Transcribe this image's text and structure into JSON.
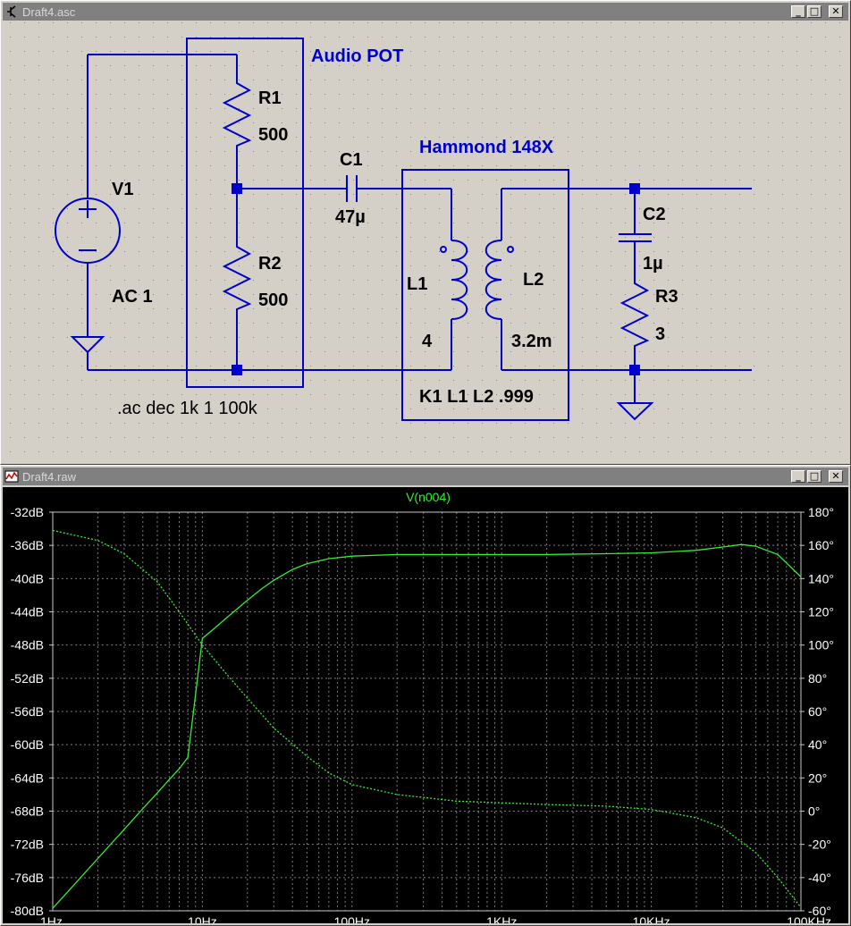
{
  "schematic_window": {
    "title": "Draft4.asc",
    "buttons": {
      "minimize": "_",
      "maximize": "□",
      "close": "✕"
    },
    "labels": {
      "audio_pot": "Audio POT",
      "hammond": "Hammond 148X",
      "r1_name": "R1",
      "r1_value": "500",
      "r2_name": "R2",
      "r2_value": "500",
      "c1_name": "C1",
      "c1_value": "47µ",
      "v1_name": "V1",
      "v1_value": "AC 1",
      "l1_name": "L1",
      "l1_value": "4",
      "l2_name": "L2",
      "l2_value": "3.2m",
      "c2_name": "C2",
      "c2_value": "1µ",
      "r3_name": "R3",
      "r3_value": "3",
      "coupling": "K1 L1 L2 .999",
      "ac_directive": ".ac dec 1k 1 100k"
    }
  },
  "plot_window": {
    "title": "Draft4.raw",
    "buttons": {
      "minimize": "_",
      "maximize": "□",
      "close": "✕"
    },
    "trace_name": "V(n004)",
    "colors": {
      "background": "#000000",
      "trace": "#33ee33",
      "grid": "#7a7a7a",
      "axis_text": "#ffffff"
    }
  },
  "chart_data": {
    "type": "line",
    "x_scale": "log",
    "xlim": [
      1,
      100000
    ],
    "x_ticks": [
      "1Hz",
      "10Hz",
      "100Hz",
      "1KHz",
      "10KHz",
      "100KHz"
    ],
    "y_left_ticks": [
      "-32dB",
      "-36dB",
      "-40dB",
      "-44dB",
      "-48dB",
      "-52dB",
      "-56dB",
      "-60dB",
      "-64dB",
      "-68dB",
      "-72dB",
      "-76dB",
      "-80dB"
    ],
    "y_right_ticks": [
      "180°",
      "160°",
      "140°",
      "120°",
      "100°",
      "80°",
      "60°",
      "40°",
      "20°",
      "0°",
      "-20°",
      "-40°",
      "-60°"
    ],
    "ylim_left": [
      -80,
      -32
    ],
    "ylim_right": [
      -60,
      180
    ],
    "grid": true,
    "series": [
      {
        "name": "V(n004)",
        "style": "solid",
        "axis": "magnitude_dB",
        "x": [
          1,
          1.5,
          2,
          3,
          4,
          5,
          6,
          7,
          8,
          10,
          12,
          15,
          20,
          25,
          30,
          40,
          50,
          70,
          100,
          200,
          500,
          1000,
          2000,
          5000,
          10000,
          20000,
          30000,
          40000,
          50000,
          70000,
          100000
        ],
        "y": [
          -79.7,
          -76.2,
          -73.7,
          -70.2,
          -67.7,
          -65.8,
          -64.2,
          -62.9,
          -61.5,
          -47.2,
          -46.0,
          -44.5,
          -42.6,
          -41.2,
          -40.2,
          -38.9,
          -38.2,
          -37.6,
          -37.3,
          -37.1,
          -37.1,
          -37.1,
          -37.1,
          -37.0,
          -36.9,
          -36.6,
          -36.2,
          -35.9,
          -36.1,
          -37.1,
          -39.8
        ]
      },
      {
        "name": "V(n004)",
        "style": "dotted",
        "axis": "phase_deg",
        "x": [
          1,
          2,
          3,
          5,
          7,
          10,
          15,
          20,
          30,
          50,
          70,
          100,
          200,
          500,
          1000,
          2000,
          5000,
          10000,
          20000,
          30000,
          50000,
          70000,
          100000
        ],
        "y": [
          169,
          163,
          155,
          138,
          120,
          100,
          81,
          68,
          50,
          33,
          23,
          16,
          10,
          6,
          5,
          4,
          3,
          1,
          -4,
          -10,
          -25,
          -40,
          -58
        ]
      }
    ]
  }
}
